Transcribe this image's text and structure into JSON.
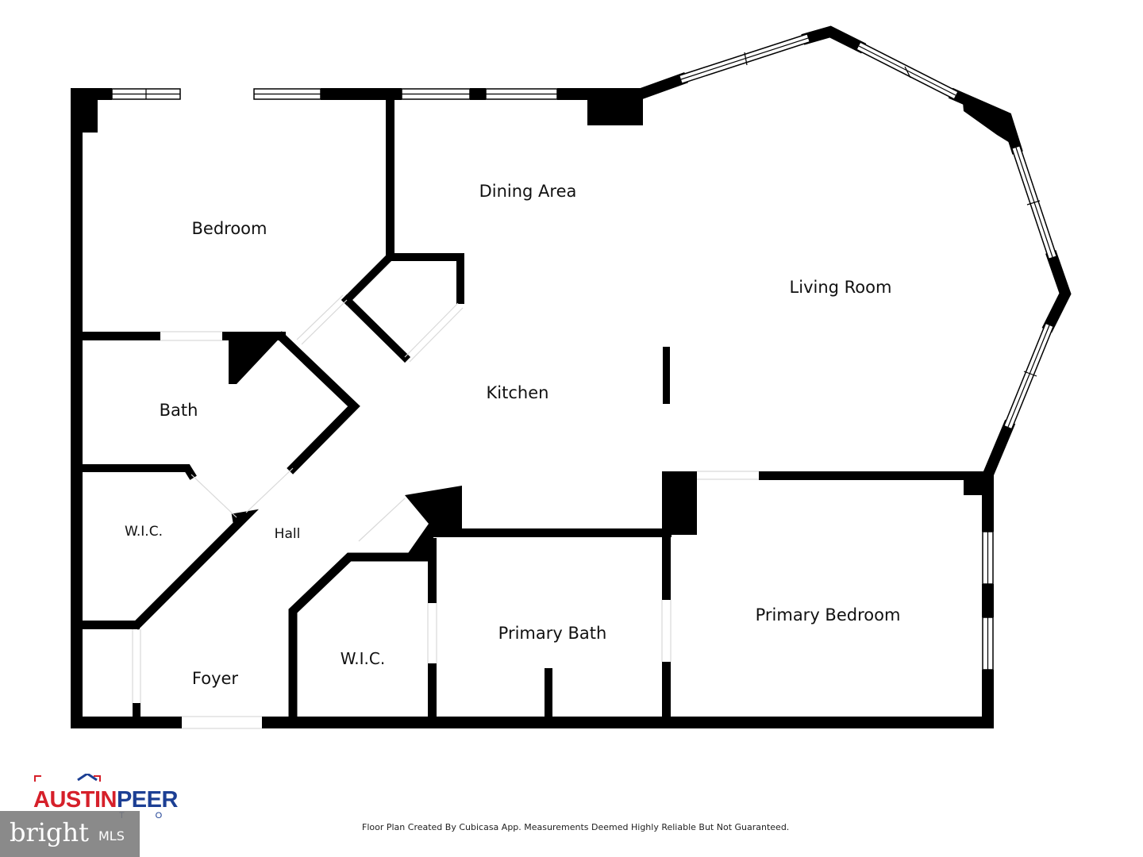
{
  "rooms": {
    "bedroom": "Bedroom",
    "dining_area": "Dining Area",
    "living_room": "Living Room",
    "bath": "Bath",
    "kitchen": "Kitchen",
    "wic_left": "W.I.C.",
    "hall": "Hall",
    "primary_bedroom": "Primary Bedroom",
    "primary_bath": "Primary Bath",
    "wic_right": "W.I.C.",
    "foyer": "Foyer"
  },
  "footer": {
    "note": "Floor Plan Created By Cubicasa App. Measurements Deemed Highly Reliable But Not Guaranteed."
  },
  "branding": {
    "logo_part1": "AUSTIN",
    "logo_part2": "PEER",
    "logo_sub": "T O",
    "watermark": "bright",
    "watermark_suffix": "MLS"
  },
  "colors": {
    "wall": "#000000",
    "logo_red": "#d6202a",
    "logo_blue": "#1c3f94"
  }
}
